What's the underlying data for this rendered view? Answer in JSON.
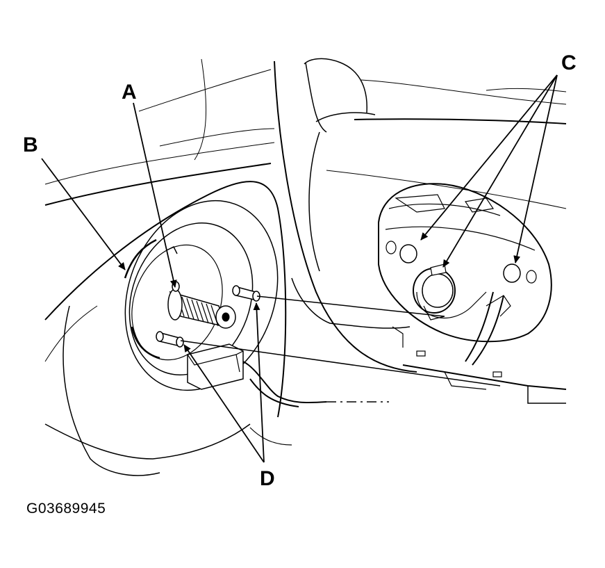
{
  "figure_id": "G03689945",
  "callouts": {
    "a": "A",
    "b": "B",
    "c": "C",
    "d": "D"
  },
  "colors": {
    "line": "#000000",
    "background": "#ffffff"
  }
}
